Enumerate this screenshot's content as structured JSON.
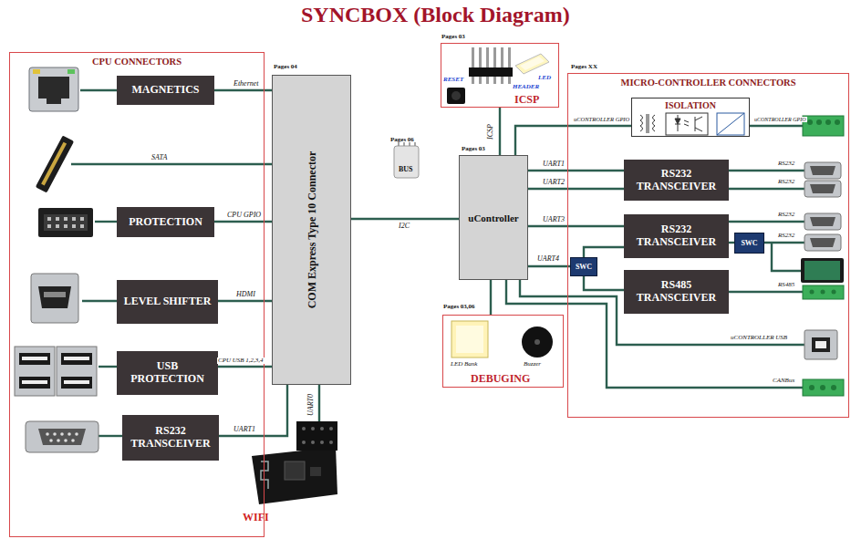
{
  "diagram": {
    "title": "SYNCBOX (Block Diagram)",
    "nodes": [
      {
        "text": [
          "CPU CONNECTORS"
        ]
      },
      {
        "text": [
          "MAGNETICS"
        ],
        "in": 0
      },
      {
        "text": [
          "PROTECTION"
        ],
        "in": 0
      },
      {
        "text": [
          "LEVEL SHIFTER"
        ],
        "in": 0
      },
      {
        "text": [
          "USB PROTECTION"
        ],
        "in": 0
      },
      {
        "text": [
          "RS232 TRANSCEIVER"
        ],
        "in": 0
      },
      {
        "text": [
          "COM Express Type 10 Connector"
        ]
      },
      {
        "text": [
          "WIFI"
        ]
      },
      {
        "text": [
          "ICSP"
        ]
      },
      {
        "text": [
          "uController"
        ]
      },
      {
        "text": [
          "DEBUGING"
        ]
      },
      {
        "text": [
          "MICRO-CONTROLLER CONNECTORS"
        ]
      },
      {
        "text": [
          "ISOLATION"
        ],
        "in": 11
      },
      {
        "text": [
          "RS232 TRANSCEIVER"
        ],
        "in": 11
      },
      {
        "text": [
          "RS232 TRANSCEIVER"
        ],
        "in": 11
      },
      {
        "text": [
          "SWC"
        ],
        "in": 11
      },
      {
        "text": [
          "SWC"
        ],
        "in": 11
      },
      {
        "text": [
          "RS485 TRANSCEIVER"
        ],
        "in": 11
      }
    ],
    "edges": [
      {
        "from": 1,
        "to": 6,
        "arrow": "none",
        "label": "Ethernet"
      },
      {
        "from": 2,
        "to": 6,
        "arrow": "none",
        "label": "CPU GPIO"
      },
      {
        "from": 3,
        "to": 6,
        "arrow": "none",
        "label": "HDMI"
      },
      {
        "from": 4,
        "to": 6,
        "arrow": "none",
        "label": "CPU USB 1,2,3,4"
      },
      {
        "from": 5,
        "to": 6,
        "arrow": "none",
        "label": "UART1"
      },
      {
        "from": 6,
        "to": 7,
        "arrow": "none",
        "label": "UART0"
      },
      {
        "from": 6,
        "to": 9,
        "arrow": "none",
        "label": "I2C"
      },
      {
        "from": 8,
        "to": 9,
        "arrow": "none",
        "label": "ICSP"
      },
      {
        "from": 9,
        "to": 10,
        "arrow": "none"
      },
      {
        "from": 9,
        "to": 12,
        "arrow": "none",
        "label": "uCONTROLLER GPIO"
      },
      {
        "from": 9,
        "to": 13,
        "arrow": "none",
        "label": "UART1"
      },
      {
        "from": 9,
        "to": 13,
        "arrow": "none",
        "label": "UART2"
      },
      {
        "from": 9,
        "to": 14,
        "arrow": "none",
        "label": "UART3"
      },
      {
        "from": 9,
        "to": 15,
        "arrow": "none",
        "label": "UART4"
      },
      {
        "from": 15,
        "to": 14,
        "arrow": "none"
      },
      {
        "from": 15,
        "to": 17,
        "arrow": "none"
      },
      {
        "from": 14,
        "to": 16,
        "arrow": "none"
      }
    ],
    "labels": [
      "Pages 04",
      "SATA",
      "Pages 03",
      "RESET",
      "LED",
      "HEADER",
      "Pages 06",
      "BUS",
      "Pages 03",
      "Pages XX",
      "uCONTROLLER GPIO",
      "RS232",
      "RS232",
      "RS232",
      "RS232",
      "RS485",
      "uCONTROLLER USB",
      "CANBus",
      "Pages 03,06",
      "LED Bank",
      "Buzzer"
    ]
  }
}
